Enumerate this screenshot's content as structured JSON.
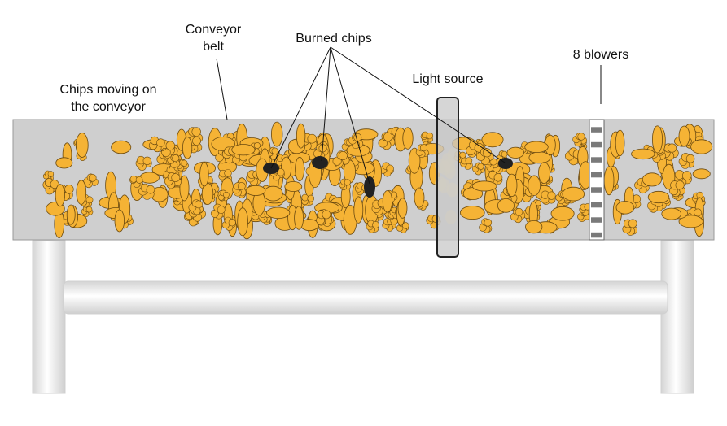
{
  "labels": {
    "conveyor_belt_line1": "Conveyor",
    "conveyor_belt_line2": "belt",
    "burned_chips": "Burned chips",
    "light_source": "Light source",
    "blowers": "8 blowers",
    "chips_moving_line1": "Chips moving on",
    "chips_moving_line2": "the conveyor"
  },
  "colors": {
    "belt": "#cfcfcf",
    "belt_edge": "#9a9a9a",
    "chip_fill": "#f5b335",
    "chip_stroke": "#6b4a10",
    "burned_chip": "#222222",
    "light_source": "#c8c8c8",
    "frame": "#e3e3e3"
  }
}
